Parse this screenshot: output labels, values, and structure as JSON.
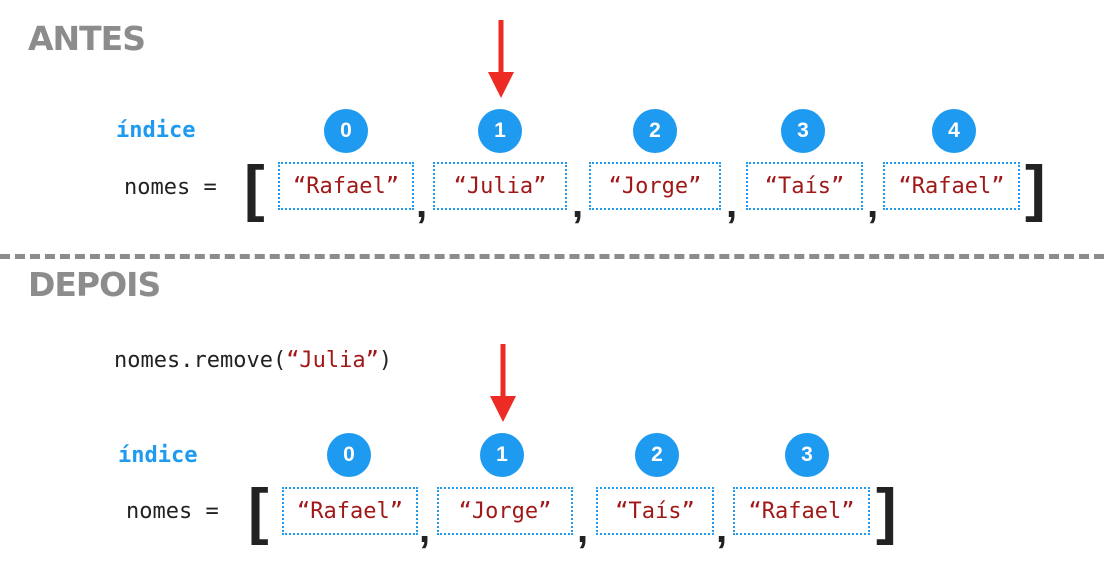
{
  "before": {
    "heading": "ANTES",
    "index_label": "índice",
    "var_label": "nomes =",
    "indices": [
      "0",
      "1",
      "2",
      "3",
      "4"
    ],
    "items": [
      "“Rafael”",
      "“Julia”",
      "“Jorge”",
      "“Taís”",
      "“Rafael”"
    ]
  },
  "after": {
    "heading": "DEPOIS",
    "code": {
      "prefix": "nomes.remove(",
      "arg": "“Julia”",
      "suffix": ")"
    },
    "index_label": "índice",
    "var_label": "nomes =",
    "indices": [
      "0",
      "1",
      "2",
      "3"
    ],
    "items": [
      "“Rafael”",
      "“Jorge”",
      "“Taís”",
      "“Rafael”"
    ]
  },
  "colors": {
    "heading": "#8c8c8c",
    "index_blue": "#1e9bf0",
    "string_red": "#a01818",
    "arrow_red": "#ee2a24",
    "text_dark": "#222222"
  },
  "icons": {
    "pointer": "down-arrow-icon"
  }
}
